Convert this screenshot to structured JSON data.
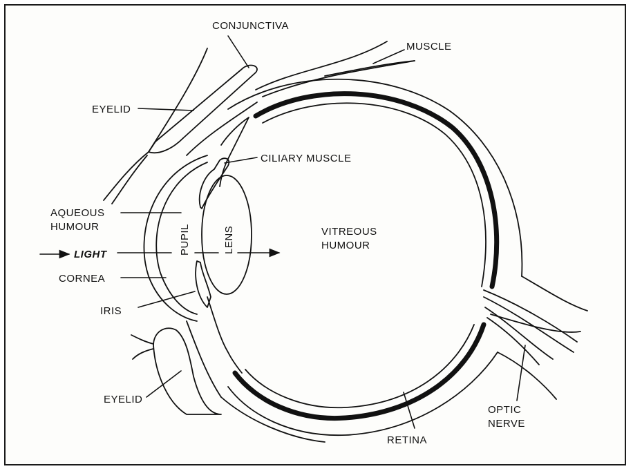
{
  "labels": {
    "conjunctiva": "CONJUNCTIVA",
    "muscle": "MUSCLE",
    "eyelid_top": "EYELID",
    "ciliary_muscle": "CILIARY MUSCLE",
    "aqueous_1": "AQUEOUS",
    "aqueous_2": "HUMOUR",
    "pupil": "PUPIL",
    "lens": "LENS",
    "vitreous_1": "VITREOUS",
    "vitreous_2": "HUMOUR",
    "light": "LIGHT",
    "cornea": "CORNEA",
    "iris": "IRIS",
    "eyelid_bottom": "EYELID",
    "optic_1": "OPTIC",
    "optic_2": "NERVE",
    "retina": "RETINA"
  },
  "colors": {
    "ink": "#111111",
    "background": "#fdfdfb"
  }
}
